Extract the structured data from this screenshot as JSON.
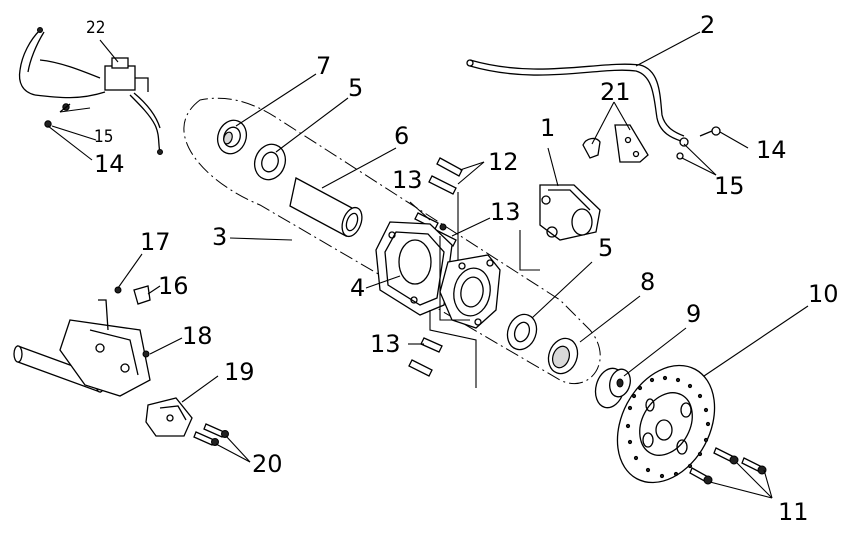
{
  "callouts": {
    "n1": "1",
    "n2": "2",
    "n3": "3",
    "n4": "4",
    "n5a": "5",
    "n5b": "5",
    "n6": "6",
    "n7": "7",
    "n8": "8",
    "n9": "9",
    "n10": "10",
    "n11": "11",
    "n12": "12",
    "n13a": "13",
    "n13b": "13",
    "n13c": "13",
    "n14a": "14",
    "n14b": "14",
    "n15a": "15",
    "n15b": "15",
    "n16": "16",
    "n17": "17",
    "n18": "18",
    "n19": "19",
    "n20": "20",
    "n21": "21",
    "n22": "22"
  }
}
